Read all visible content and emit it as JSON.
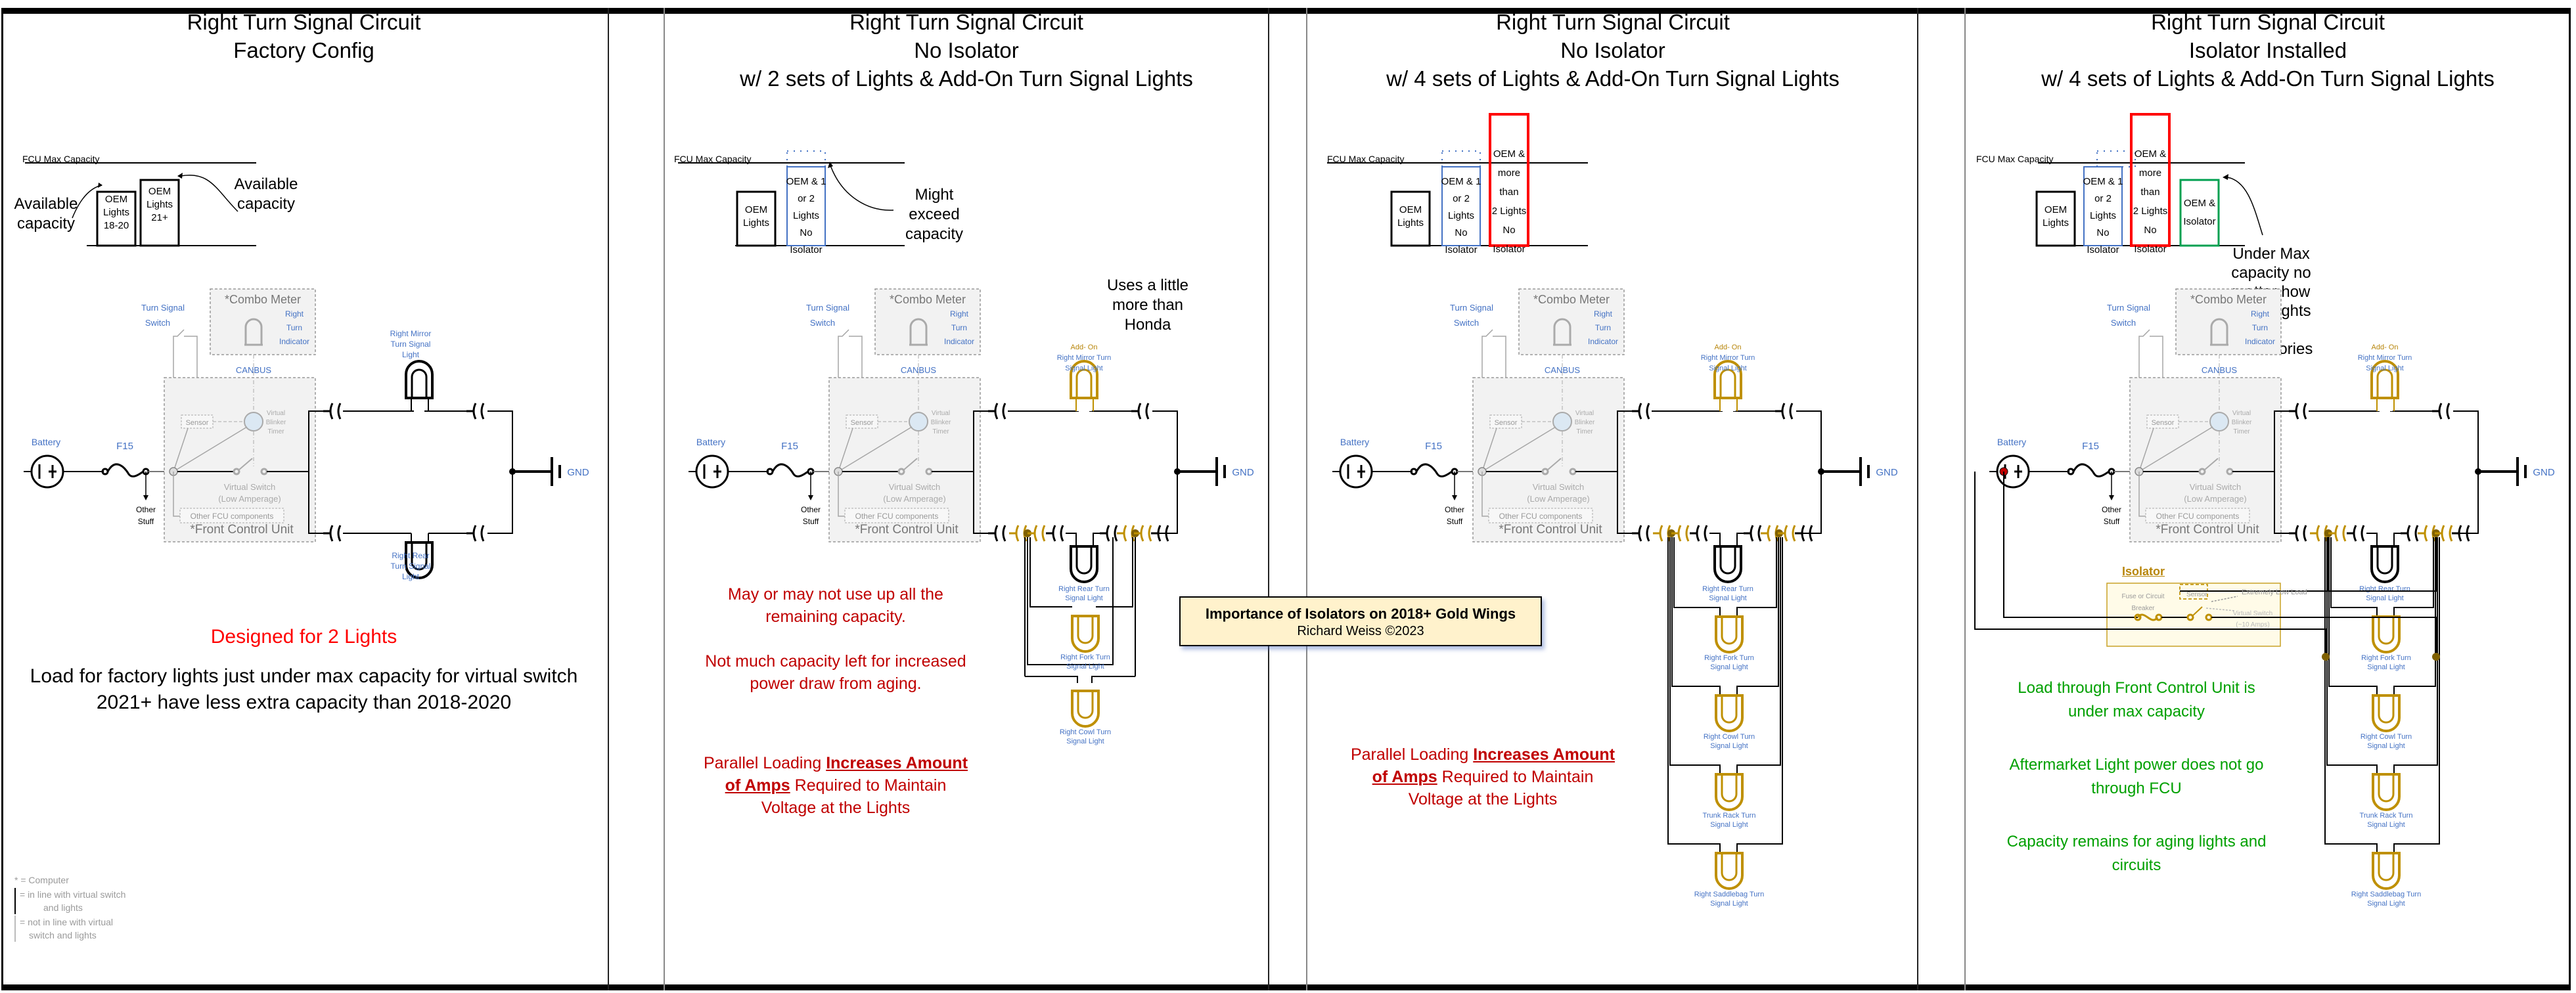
{
  "banner": {
    "title": "Importance of Isolators on 2018+ Gold Wings",
    "author": "Richard Weiss ©2023"
  },
  "colors": {
    "label_blue": "#4472c4",
    "addon_gold": "#bf9000",
    "warning_red": "#c00000",
    "over_red": "#ff0000",
    "ok_green": "#00a000",
    "fcu_gray": "#9a9a9a",
    "banner_bg": "#fff2cc"
  },
  "common": {
    "fcu_max": "FCU Max Capacity",
    "battery": "Battery",
    "fuse": "F15",
    "other_stuff_1": "Other",
    "other_stuff_2": "Stuff",
    "turn_switch_1": "Turn Signal",
    "turn_switch_2": "Switch",
    "combo_meter": "*Combo Meter",
    "indicator_1": "Right",
    "indicator_2": "Turn",
    "indicator_3": "Indicator",
    "canbus": "CANBUS",
    "sensor": "Sensor",
    "blinker_1": "Virtual",
    "blinker_2": "Blinker",
    "blinker_3": "Timer",
    "vswitch_1": "Virtual Switch",
    "vswitch_2": "(Low Amperage)",
    "other_fcu": "Other FCU components",
    "fcu": "*Front Control Unit",
    "gnd": "GND",
    "addon": "Add- On",
    "mirror_addon_1": "Right Mirror Turn",
    "mirror_addon_2": "Signal Light",
    "rear_1": "Right Rear Turn",
    "rear_2": "Signal Light",
    "fork_1": "Right Fork  Turn",
    "fork_2": "Signal Light",
    "cowl_1": "Right Cowl Turn",
    "cowl_2": "Signal Light",
    "trunk_1": "Trunk Rack Turn",
    "trunk_2": "Signal Light",
    "saddle_1": "Right Saddlebag Turn",
    "saddle_2": "Signal Light",
    "parallel_a": "Parallel Loading ",
    "parallel_b": "Increases Amount",
    "parallel_c": "of Amps",
    "parallel_d": " Required to Maintain",
    "parallel_e": "Voltage at the Lights"
  },
  "panels": [
    {
      "title": [
        "Right Turn Signal Circuit",
        "Factory Config"
      ],
      "bars": [
        {
          "lines": [
            "OEM",
            "Lights",
            "18-20"
          ],
          "color": "#000000"
        },
        {
          "lines": [
            "OEM",
            "Lights",
            "21+"
          ],
          "color": "#000000"
        }
      ],
      "callout_left": [
        "Available",
        "capacity"
      ],
      "callout_right": [
        "Available",
        "capacity"
      ],
      "mirror_1": "Right Mirror",
      "mirror_2": "Turn Signal",
      "mirror_3": "Light",
      "rear_1": "Right Rear",
      "rear_2": "Turn Signal",
      "rear_3": "Light",
      "notes": {
        "designed": "Designed for 2 Lights",
        "load_1": "Load for factory lights just under max capacity for virtual switch",
        "load_2": "2021+ have less extra capacity than 2018-2020"
      },
      "legend": {
        "computer": "* = Computer",
        "inline_1": "= in line with virtual switch",
        "inline_2": "and lights",
        "notinline_1": "= not in line with virtual",
        "notinline_2": "switch and lights"
      }
    },
    {
      "title": [
        "Right Turn Signal Circuit",
        "No Isolator",
        "w/ 2 sets of Lights & Add-On Turn Signal Lights"
      ],
      "bars": [
        {
          "lines": [
            "OEM",
            "Lights"
          ],
          "color": "#000000"
        },
        {
          "lines": [
            "OEM & 1",
            "or 2 Lights",
            "No",
            "Isolator"
          ],
          "color": "#4472c4"
        }
      ],
      "callout": [
        "Might exceed",
        "capacity"
      ],
      "honda_note": [
        "Uses a little",
        "more than",
        "Honda"
      ],
      "notes": {
        "may_1": "May or may not use up all the",
        "may_2": "remaining capacity.",
        "notmuch_1": "Not much capacity left for increased",
        "notmuch_2": "power draw from aging."
      }
    },
    {
      "title": [
        "Right Turn Signal Circuit",
        "No Isolator",
        "w/ 4 sets of Lights & Add-On Turn Signal Lights"
      ],
      "bars": [
        {
          "lines": [
            "OEM",
            "Lights"
          ],
          "color": "#000000"
        },
        {
          "lines": [
            "OEM & 1",
            "or 2 Lights",
            "No",
            "Isolator"
          ],
          "color": "#4472c4"
        },
        {
          "lines": [
            "OEM &",
            "more than",
            "2 Lights",
            "No",
            "Isolator"
          ],
          "color": "#ff0000"
        }
      ]
    },
    {
      "title": [
        "Right Turn Signal Circuit",
        "Isolator Installed",
        "w/ 4 sets of Lights & Add-On Turn Signal Lights"
      ],
      "bars": [
        {
          "lines": [
            "OEM",
            "Lights"
          ],
          "color": "#000000"
        },
        {
          "lines": [
            "OEM & 1",
            "or 2 Lights",
            "No",
            "Isolator"
          ],
          "color": "#4472c4"
        },
        {
          "lines": [
            "OEM &",
            "more than",
            "2 Lights",
            "No",
            "Isolator"
          ],
          "color": "#ff0000"
        },
        {
          "lines": [
            "OEM &",
            "Isolator"
          ],
          "color": "#00a050"
        }
      ],
      "callout": [
        "Under Max",
        "capacity no",
        "matter how",
        "many lights or",
        "accessories"
      ],
      "isolator": {
        "title": "Isolator",
        "fuse_1": "Fuse or Circuit",
        "fuse_2": "Breaker",
        "sensor": "Sensor",
        "low_load": "Extremely Low Load",
        "vswitch_1": "Virtual Switch",
        "vswitch_2": "(~10  Amps)"
      },
      "notes": {
        "green_1a": "Load through Front Control Unit is",
        "green_1b": "under max capacity",
        "green_2a": "Aftermarket Light power does not go",
        "green_2b": "through FCU",
        "green_3a": "Capacity remains for aging lights and",
        "green_3b": "circuits"
      }
    }
  ]
}
